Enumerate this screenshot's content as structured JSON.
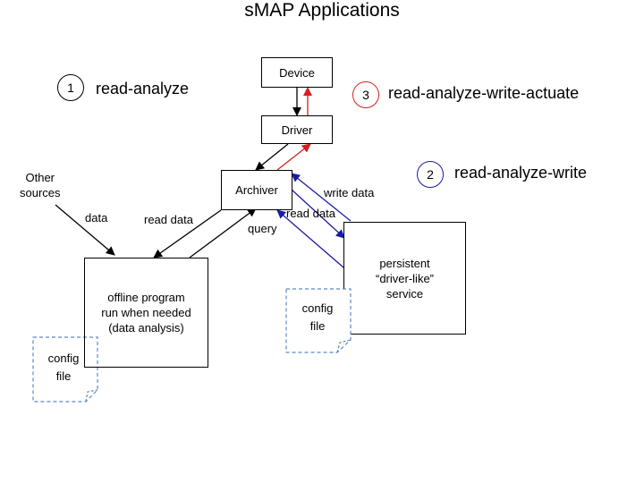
{
  "title": "sMAP Applications",
  "modes": [
    {
      "num": "1",
      "label": "read-analyze",
      "color": "#000000"
    },
    {
      "num": "2",
      "label": "read-analyze-write",
      "color": "#1a1aa6"
    },
    {
      "num": "3",
      "label": "read-analyze-write-actuate",
      "color": "#d42020"
    }
  ],
  "nodes": {
    "device": "Device",
    "driver": "Driver",
    "archiver": "Archiver",
    "offline": [
      "offline program",
      "run when needed",
      "(data analysis)"
    ],
    "service": [
      "persistent",
      "“driver-like”",
      "service"
    ],
    "config_left": [
      "config",
      "file"
    ],
    "config_right": [
      "config",
      "file"
    ]
  },
  "labels": {
    "other_sources": [
      "Other",
      "sources"
    ],
    "data": "data",
    "read_data_left": "read data",
    "query": "query",
    "write_data": "write data",
    "read_data_right": "read data"
  },
  "colors": {
    "black": "#000000",
    "red": "#d42020",
    "blue": "#1a1aa6",
    "dashed": "#5b8cc8"
  }
}
